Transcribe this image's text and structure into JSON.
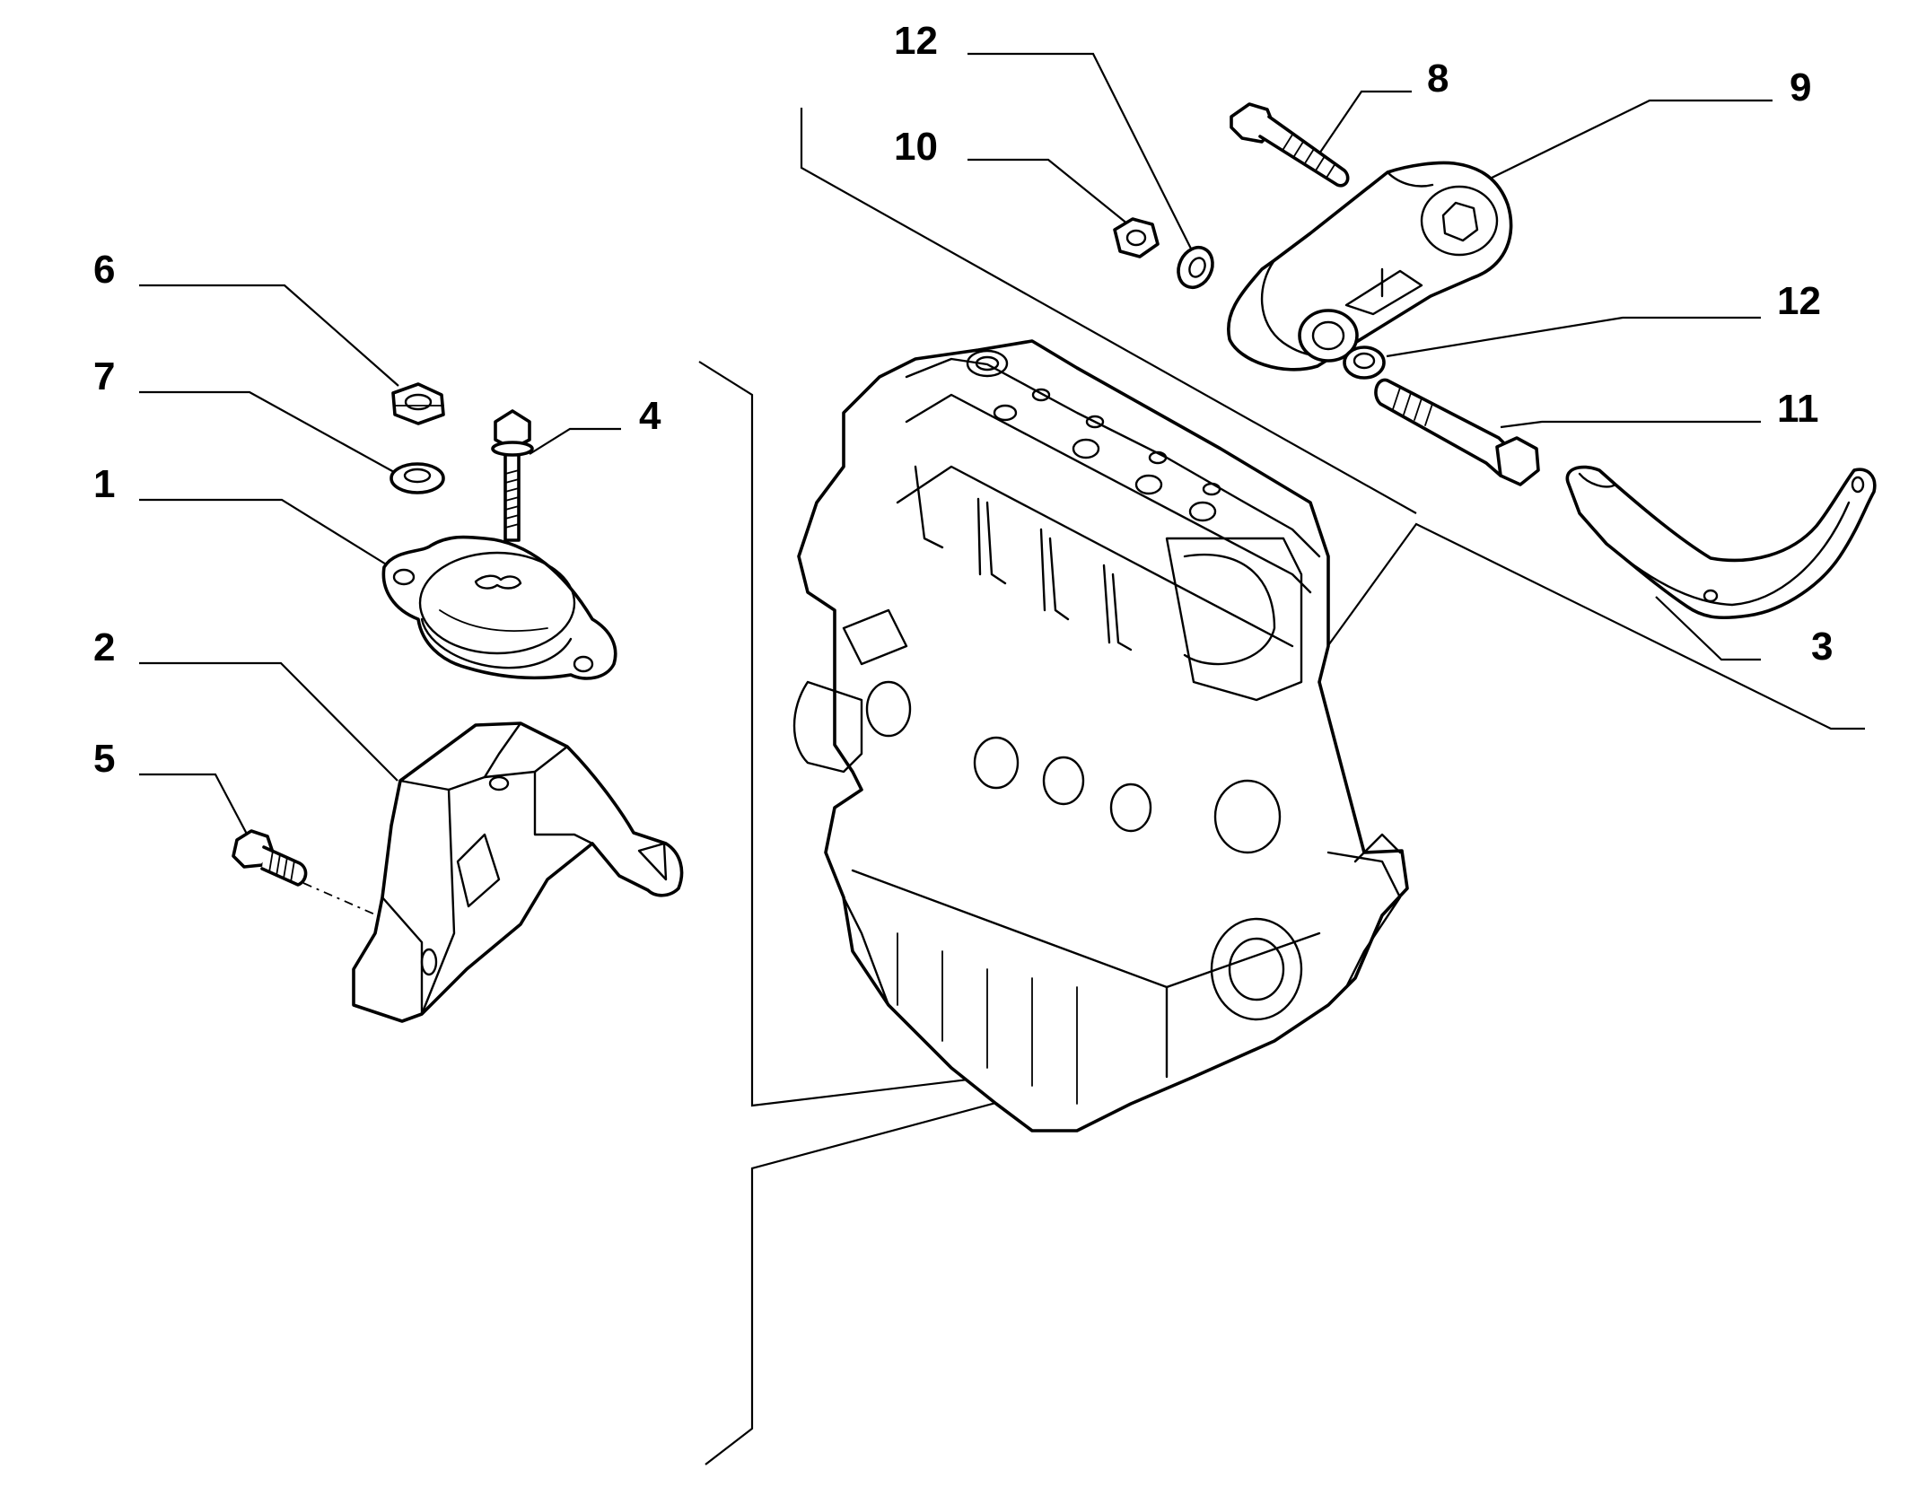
{
  "figure": {
    "callouts": [
      "1",
      "2",
      "3",
      "4",
      "5",
      "6",
      "7",
      "8",
      "9",
      "10",
      "11",
      "12",
      "12"
    ]
  },
  "colors": {
    "line": "#000000",
    "background": "#ffffff"
  }
}
